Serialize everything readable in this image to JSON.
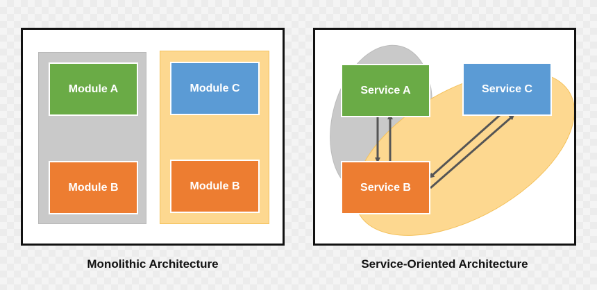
{
  "monolithic": {
    "caption": "Monolithic Architecture",
    "modules": [
      {
        "label": "Module A",
        "color": "#6aab46"
      },
      {
        "label": "Module B",
        "color": "#ed7d31"
      },
      {
        "label": "Module C",
        "color": "#5b9bd5"
      },
      {
        "label": "Module B",
        "color": "#ed7d31"
      }
    ],
    "group_colors": {
      "left": "#c9c9c9",
      "right": "#fdd890"
    }
  },
  "soa": {
    "caption": "Service-Oriented Architecture",
    "services": [
      {
        "label": "Service A",
        "color": "#6aab46"
      },
      {
        "label": "Service C",
        "color": "#5b9bd5"
      },
      {
        "label": "Service B",
        "color": "#ed7d31"
      }
    ],
    "group_colors": {
      "gray": "#c9c9c9",
      "yellow": "#fdd890"
    },
    "arrow_color": "#555555",
    "connections": [
      {
        "from": "Service A",
        "to": "Service B"
      },
      {
        "from": "Service B",
        "to": "Service A"
      },
      {
        "from": "Service C",
        "to": "Service B"
      },
      {
        "from": "Service B",
        "to": "Service C"
      }
    ]
  }
}
